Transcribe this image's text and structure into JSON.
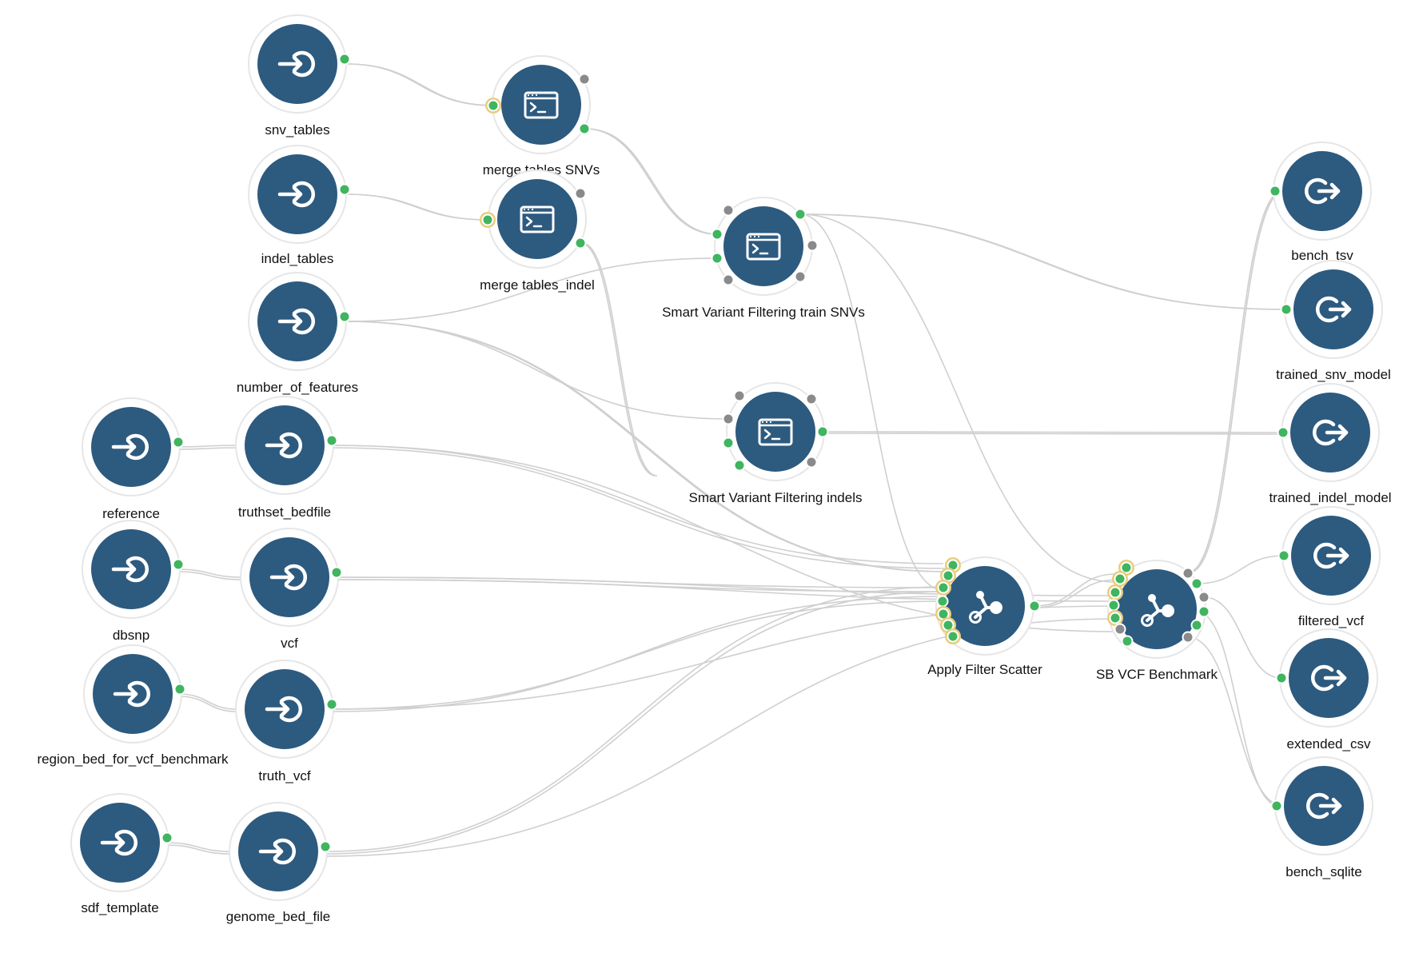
{
  "colors": {
    "node": "#2d5a7f",
    "port_connected": "#3fb55f",
    "port_unconnected": "#8a8a8a",
    "port_highlight_ring": "#e8cd7c",
    "edge": "#cfcfcf"
  },
  "nodes": {
    "snv_tables": {
      "label": "snv_tables",
      "icon": "input-icon"
    },
    "indel_tables": {
      "label": "indel_tables",
      "icon": "input-icon"
    },
    "number_of_features": {
      "label": "number_of_features",
      "icon": "input-icon"
    },
    "reference": {
      "label": "reference",
      "icon": "input-icon"
    },
    "truthset_bedfile": {
      "label": "truthset_bedfile",
      "icon": "input-icon"
    },
    "dbsnp": {
      "label": "dbsnp",
      "icon": "input-icon"
    },
    "vcf": {
      "label": "vcf",
      "icon": "input-icon"
    },
    "region_bed": {
      "label": "region_bed_for_vcf_benchmark",
      "icon": "input-icon"
    },
    "truth_vcf": {
      "label": "truth_vcf",
      "icon": "input-icon"
    },
    "sdf_template": {
      "label": "sdf_template",
      "icon": "input-icon"
    },
    "genome_bed_file": {
      "label": "genome_bed_file",
      "icon": "input-icon"
    },
    "merge_snvs": {
      "label": "merge tables SNVs",
      "icon": "terminal-icon"
    },
    "merge_indel": {
      "label": "merge tables_indel",
      "icon": "terminal-icon"
    },
    "svf_train_snvs": {
      "label": "Smart Variant Filtering train SNVs",
      "icon": "terminal-icon"
    },
    "svf_indels": {
      "label": "Smart Variant Filtering indels",
      "icon": "terminal-icon"
    },
    "apply_filter_scatter": {
      "label": "Apply Filter Scatter",
      "icon": "workflow-icon"
    },
    "sb_vcf_benchmark": {
      "label": "SB VCF Benchmark",
      "icon": "workflow-icon"
    },
    "bench_tsv": {
      "label": "bench_tsv",
      "icon": "output-icon"
    },
    "trained_snv_model": {
      "label": "trained_snv_model",
      "icon": "output-icon"
    },
    "trained_indel_model": {
      "label": "trained_indel_model",
      "icon": "output-icon"
    },
    "filtered_vcf": {
      "label": "filtered_vcf",
      "icon": "output-icon"
    },
    "extended_csv": {
      "label": "extended_csv",
      "icon": "output-icon"
    },
    "bench_sqlite": {
      "label": "bench_sqlite",
      "icon": "output-icon"
    }
  }
}
